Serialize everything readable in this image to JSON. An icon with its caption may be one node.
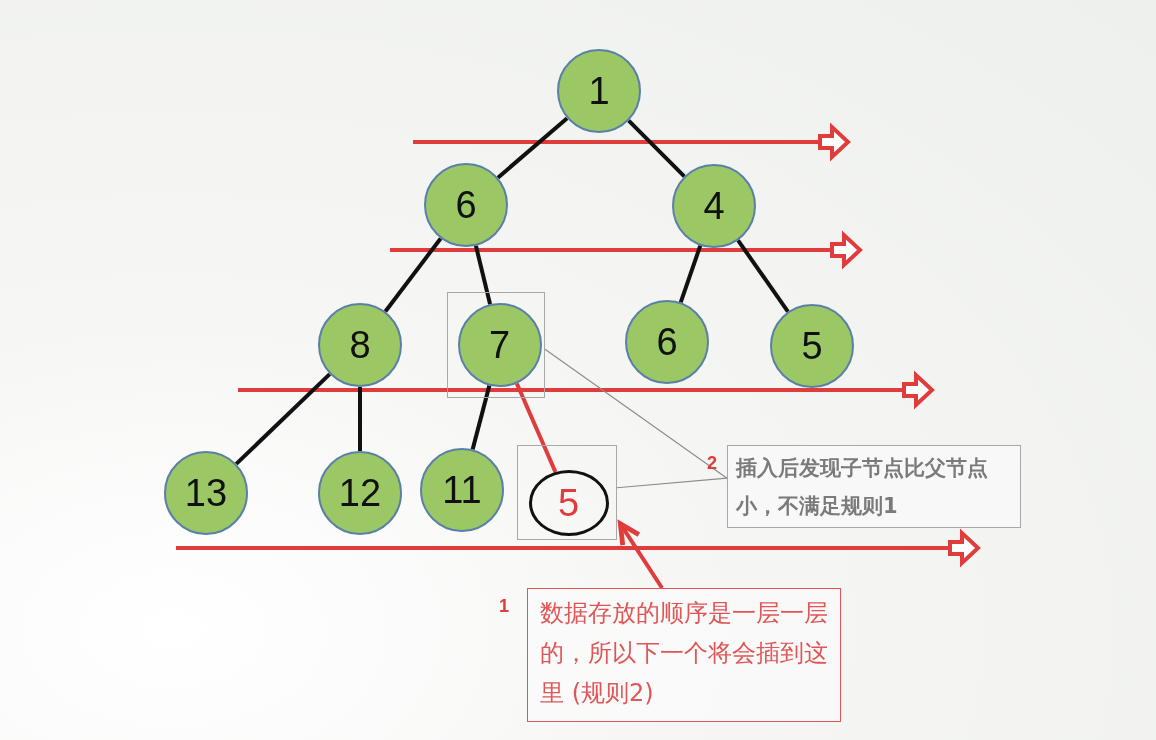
{
  "diagram": {
    "nodes": [
      {
        "text": [
          "1"
        ]
      },
      {
        "text": [
          "6"
        ]
      },
      {
        "text": [
          "4"
        ]
      },
      {
        "text": [
          "8"
        ]
      },
      {
        "text": [],
        "shape": "box"
      },
      {
        "text": [
          "7"
        ],
        "in": 4
      },
      {
        "text": [
          "6"
        ]
      },
      {
        "text": [
          "5"
        ]
      },
      {
        "text": [
          "13"
        ]
      },
      {
        "text": [
          "12"
        ]
      },
      {
        "text": [
          "11"
        ]
      },
      {
        "text": [],
        "shape": "box"
      },
      {
        "text": [
          "5"
        ],
        "in": 11
      },
      {
        "text": [
          "插入后发现子节点比父节点小，不满足规则1"
        ],
        "beside": [
          "2"
        ]
      },
      {
        "text": [
          "数据存放的顺序是一层一层的，所以下一个将会插到这里 (规则2)"
        ],
        "beside": [
          "1"
        ]
      }
    ],
    "edges": [
      {
        "from": 0,
        "to": 1,
        "arrow": "none"
      },
      {
        "from": 0,
        "to": 2,
        "arrow": "none"
      },
      {
        "from": 1,
        "to": 3,
        "arrow": "none"
      },
      {
        "from": 1,
        "to": 5,
        "arrow": "none"
      },
      {
        "from": 2,
        "to": 6,
        "arrow": "none"
      },
      {
        "from": 2,
        "to": 7,
        "arrow": "none"
      },
      {
        "from": 3,
        "to": 8,
        "arrow": "none"
      },
      {
        "from": 3,
        "to": 9,
        "arrow": "none"
      },
      {
        "from": 5,
        "to": 10,
        "arrow": "none"
      },
      {
        "from": 5,
        "to": 12,
        "arrow": "none",
        "color": "#e03c3c"
      },
      {
        "from": 13,
        "to": 4,
        "arrow": "none",
        "color": "#8c8c8c"
      },
      {
        "from": 13,
        "to": 11,
        "arrow": "none",
        "color": "#8c8c8c"
      },
      {
        "from": 14,
        "to": 11,
        "arrow": "to",
        "color": "#e03c3c"
      }
    ]
  }
}
